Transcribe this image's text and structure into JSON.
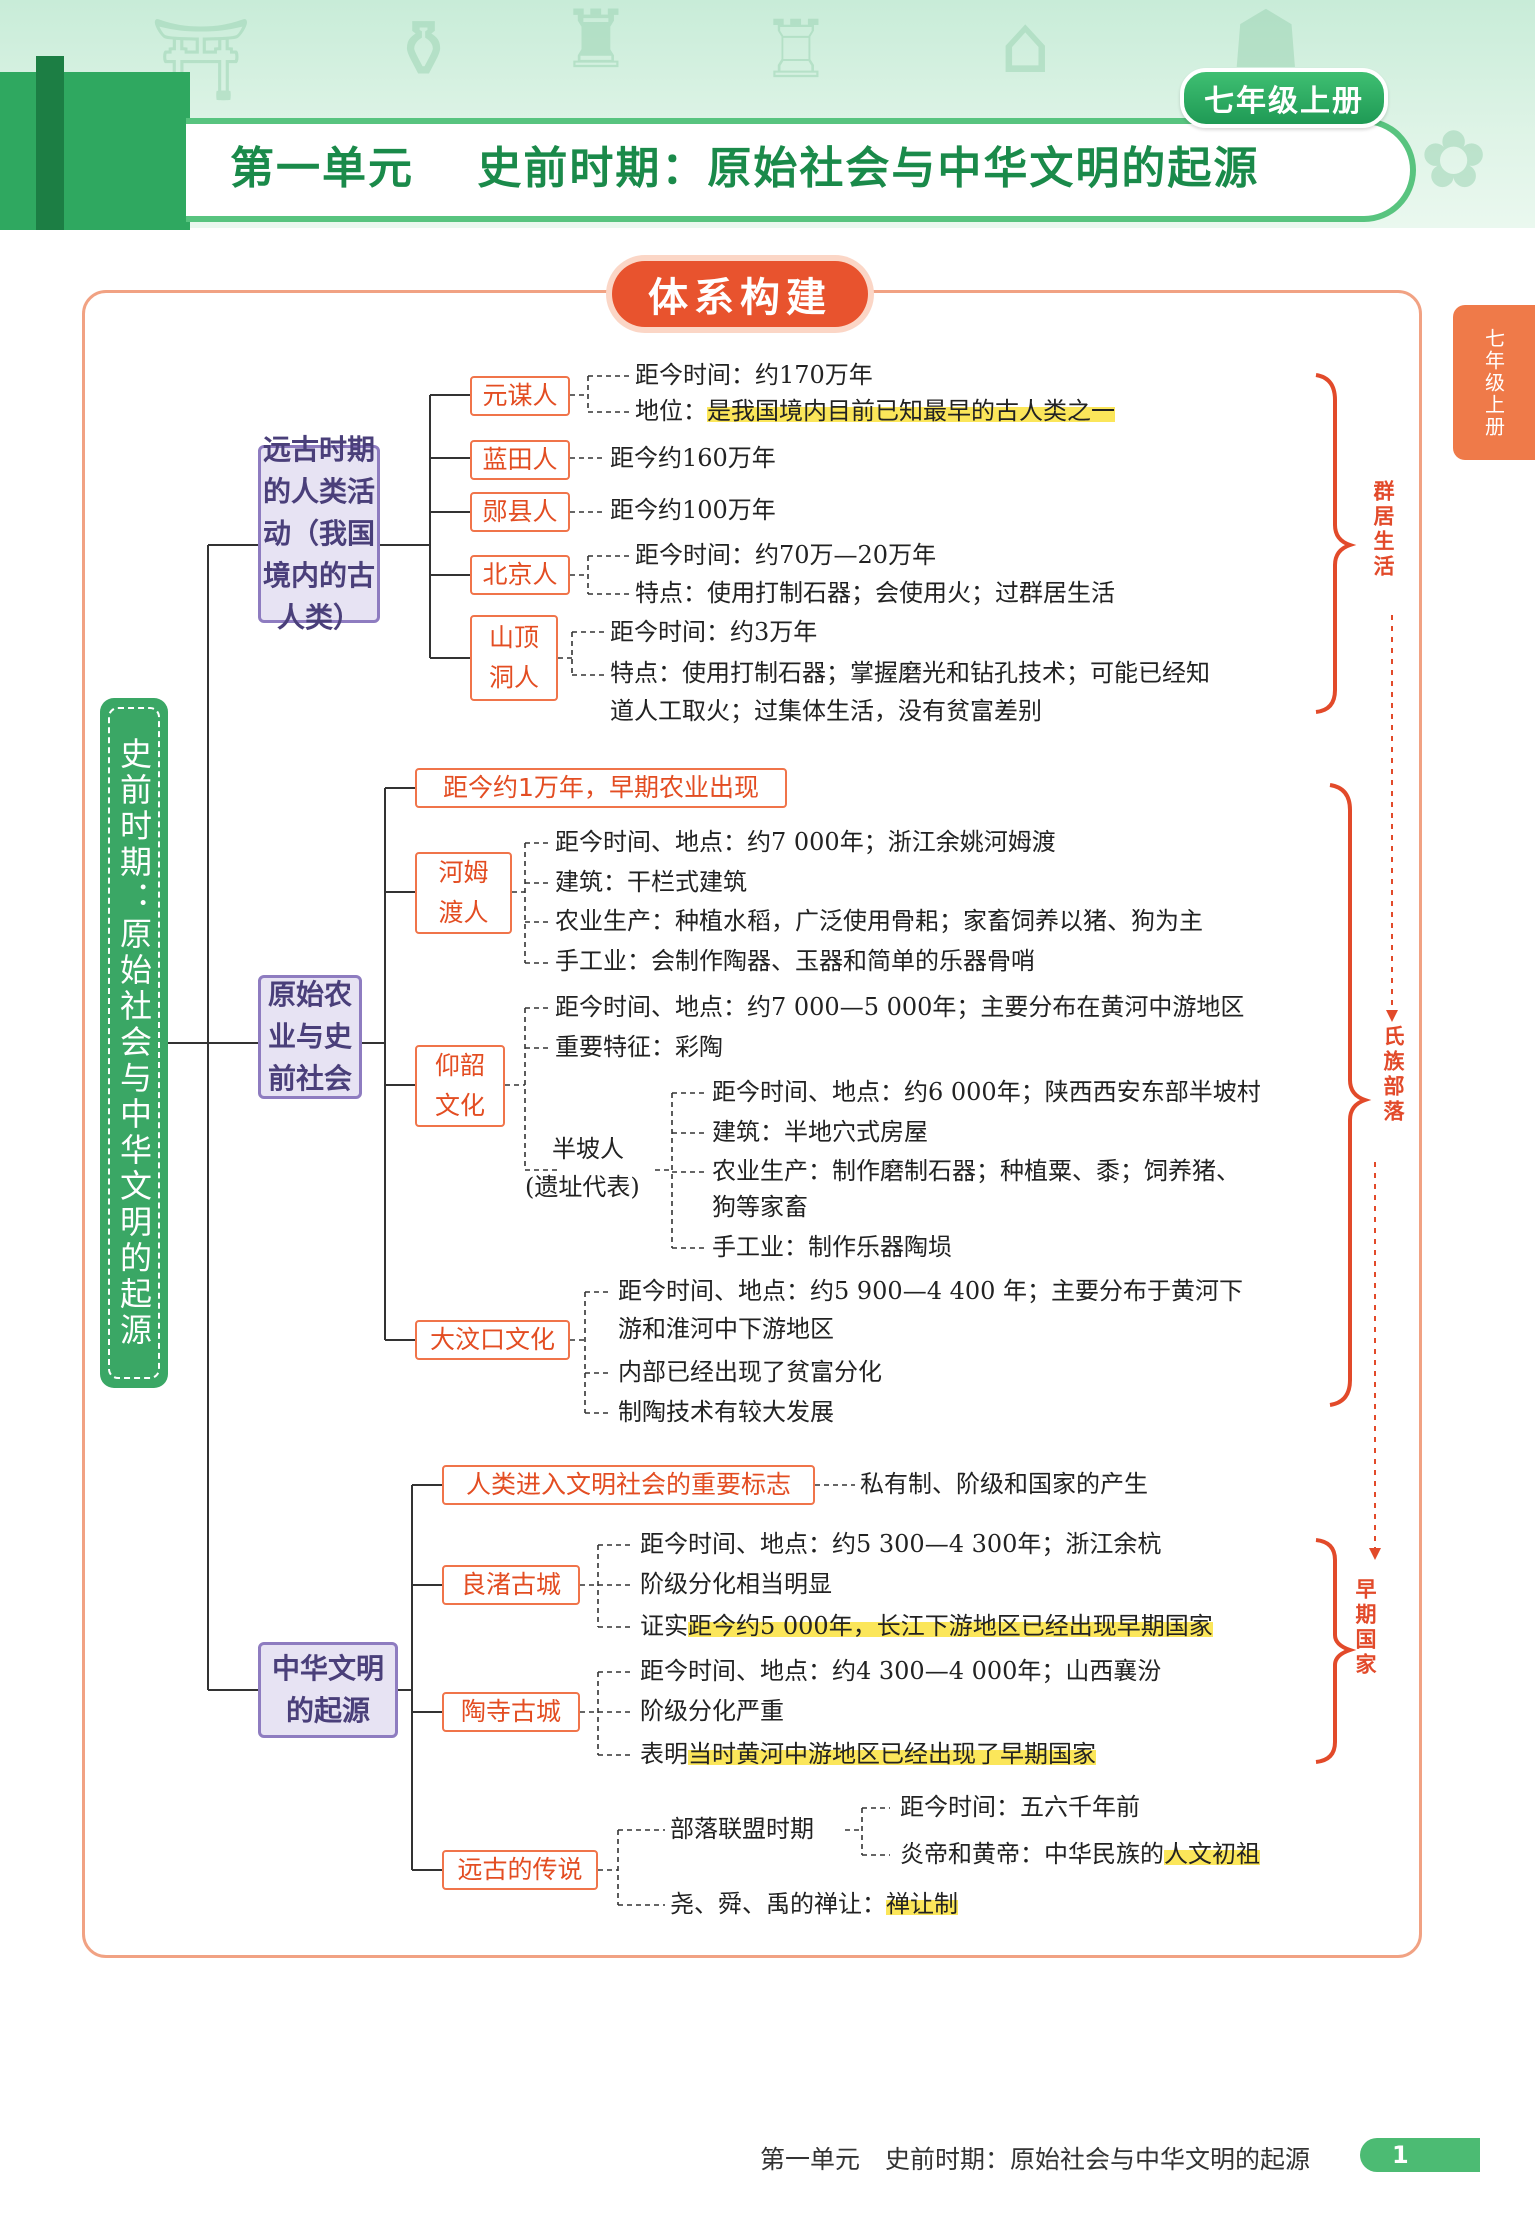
{
  "header": {
    "grade_badge": "七年级上册",
    "unit_title": "第一单元　 史前时期：原始社会与中华文明的起源",
    "side_tab": "七年级上册"
  },
  "card_title": "体系构建",
  "root": "史前时期：原始社会与中华文明的起源",
  "branch1": {
    "label": "远古时期的人类活动（我国境内的古人类）",
    "yuanmou": {
      "name": "元谋人",
      "time": "距今时间：约170万年",
      "status_prefix": "地位：",
      "status_hl": "是我国境内目前已知最早的古人类之一"
    },
    "lantian": {
      "name": "蓝田人",
      "info": "距今约160万年"
    },
    "yunxian": {
      "name": "郧县人",
      "info": "距今约100万年"
    },
    "beijing": {
      "name": "北京人",
      "time": "距今时间：约70万—20万年",
      "feature": "特点：使用打制石器；会使用火；过群居生活"
    },
    "shanding": {
      "name": "山顶洞人",
      "time": "距今时间：约3万年",
      "feature1": "特点：使用打制石器；掌握磨光和钻孔技术；可能已经知",
      "feature2": "道人工取火；过集体生活，没有贫富差别"
    }
  },
  "branch2": {
    "label": "原始农业与史前社会",
    "intro": "距今约1万年，早期农业出现",
    "hemudu": {
      "name": "河姆渡人",
      "l1": "距今时间、地点：约7 000年；浙江余姚河姆渡",
      "l2": "建筑：干栏式建筑",
      "l3": "农业生产：种植水稻，广泛使用骨耜；家畜饲养以猪、狗为主",
      "l4": "手工业：会制作陶器、玉器和简单的乐器骨哨"
    },
    "yangshao": {
      "name": "仰韶文化",
      "l1": "距今时间、地点：约7 000—5 000年；主要分布在黄河中游地区",
      "l2": "重要特征：彩陶",
      "banpo_label": "半坡人",
      "banpo_sub": "(遗址代表)",
      "b1": "距今时间、地点：约6 000年；陕西西安东部半坡村",
      "b2": "建筑：半地穴式房屋",
      "b3": "农业生产：制作磨制石器；种植粟、黍；饲养猪、",
      "b4": "狗等家畜",
      "b5": "手工业：制作乐器陶埙"
    },
    "dawenkou": {
      "name": "大汶口文化",
      "l1": "距今时间、地点：约5 900—4 400 年；主要分布于黄河下",
      "l2": "游和淮河中下游地区",
      "l3": "内部已经出现了贫富分化",
      "l4": "制陶技术有较大发展"
    }
  },
  "branch3": {
    "label": "中华文明的起源",
    "marker": {
      "name": "人类进入文明社会的重要标志",
      "info": "私有制、阶级和国家的产生"
    },
    "liangzhu": {
      "name": "良渚古城",
      "l1": "距今时间、地点：约5 300—4 300年；浙江余杭",
      "l2": "阶级分化相当明显",
      "l3_prefix": "证实",
      "l3_hl": "距今约5 000年，长江下游地区已经出现早期国家"
    },
    "taosi": {
      "name": "陶寺古城",
      "l1": "距今时间、地点：约4 300—4 000年；山西襄汾",
      "l2": "阶级分化严重",
      "l3_prefix": "表明",
      "l3_hl": "当时黄河中游地区已经出现了早期国家"
    },
    "legend": {
      "name": "远古的传说",
      "tribal": "部落联盟时期",
      "t1": "距今时间：五六千年前",
      "t2_prefix": "炎帝和黄帝：中华民族的",
      "t2_hl": "人文初祖",
      "shan_prefix": "尧、舜、禹的禅让：",
      "shan_hl": "禅让制"
    }
  },
  "stages": {
    "s1": "群居生活",
    "s2": "氏族部落",
    "s3": "早期国家"
  },
  "footer": {
    "text": "第一单元　史前时期：原始社会与中华文明的起源",
    "page": "1"
  },
  "colors": {
    "green": "#3aa765",
    "orange": "#e8532e",
    "purple": "#8e7cc0",
    "highlight": "#fbe65a"
  }
}
